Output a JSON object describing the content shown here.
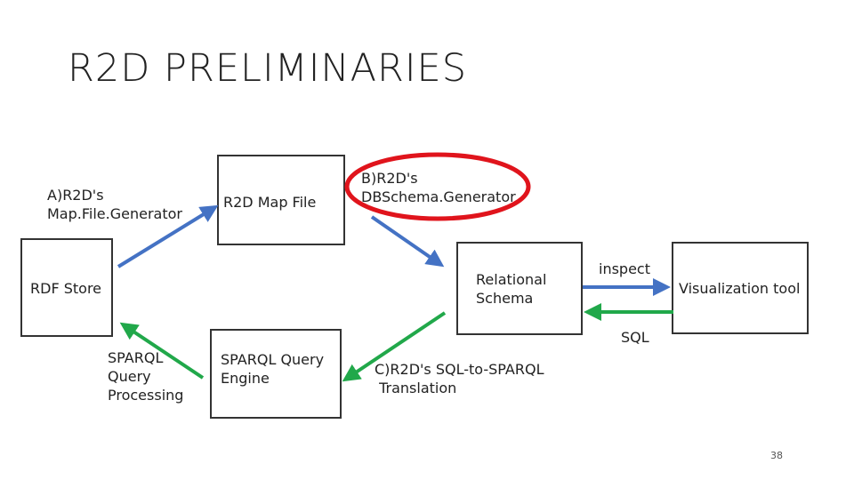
{
  "slide": {
    "title": "R2D PRELIMINARIES",
    "page_number": "38"
  },
  "nodes": {
    "rdf_store": "RDF Store",
    "map_file": "R2D Map File",
    "relational_schema": "Relational\nSchema",
    "visualization_tool": "Visualization tool",
    "sparql_engine": "SPARQL Query\nEngine"
  },
  "edge_labels": {
    "map_file_generator": "A)R2D's\nMap.File.Generator",
    "db_schema_generator": "B)R2D's\nDBSchema.Generator",
    "inspect": "inspect",
    "sql": "SQL",
    "sql_to_sparql": "C)R2D's SQL-to-SPARQL\n Translation",
    "query_processing": "SPARQL\nQuery\nProcessing"
  },
  "colors": {
    "blue_arrow": "#4472c4",
    "green_arrow": "#21a84a",
    "highlight_ellipse": "#e0141c",
    "box_border": "#333333"
  }
}
